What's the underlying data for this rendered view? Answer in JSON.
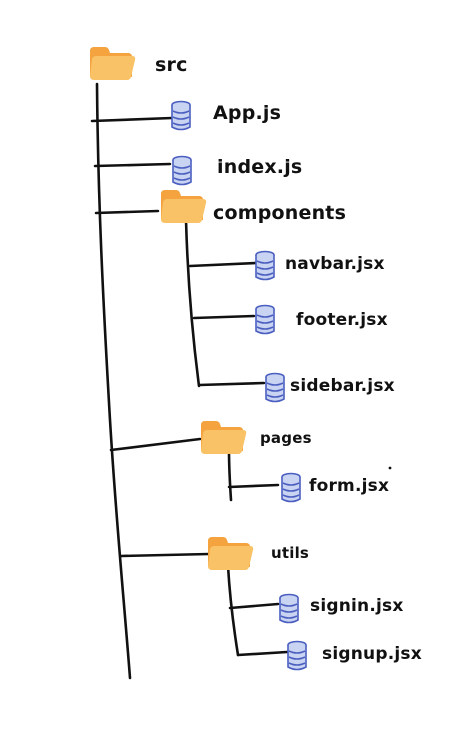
{
  "tree": {
    "root": {
      "label": "src",
      "icon": "folder-icon"
    },
    "files": {
      "app": {
        "label": "App.js",
        "icon": "file-stack-icon"
      },
      "index": {
        "label": "index.js",
        "icon": "file-stack-icon"
      }
    },
    "components": {
      "label": "components",
      "icon": "folder-icon",
      "files": {
        "navbar": {
          "label": "navbar.jsx",
          "icon": "file-stack-icon"
        },
        "footer": {
          "label": "footer.jsx",
          "icon": "file-stack-icon"
        },
        "sidebar": {
          "label": "sidebar.jsx",
          "icon": "file-stack-icon"
        }
      }
    },
    "pages": {
      "label": "pages",
      "icon": "folder-icon",
      "files": {
        "form": {
          "label": "form.jsx",
          "icon": "file-stack-icon"
        }
      }
    },
    "utils": {
      "label": "utils",
      "icon": "folder-icon",
      "files": {
        "signin": {
          "label": "signin.jsx",
          "icon": "file-stack-icon"
        },
        "signup": {
          "label": "signup.jsx",
          "icon": "file-stack-icon"
        }
      }
    }
  },
  "colors": {
    "line": "#111111",
    "folder_front": "#F9C266",
    "folder_back": "#F4A33F",
    "file_fill": "#C9D3F2",
    "file_stroke": "#4B5FC0"
  }
}
